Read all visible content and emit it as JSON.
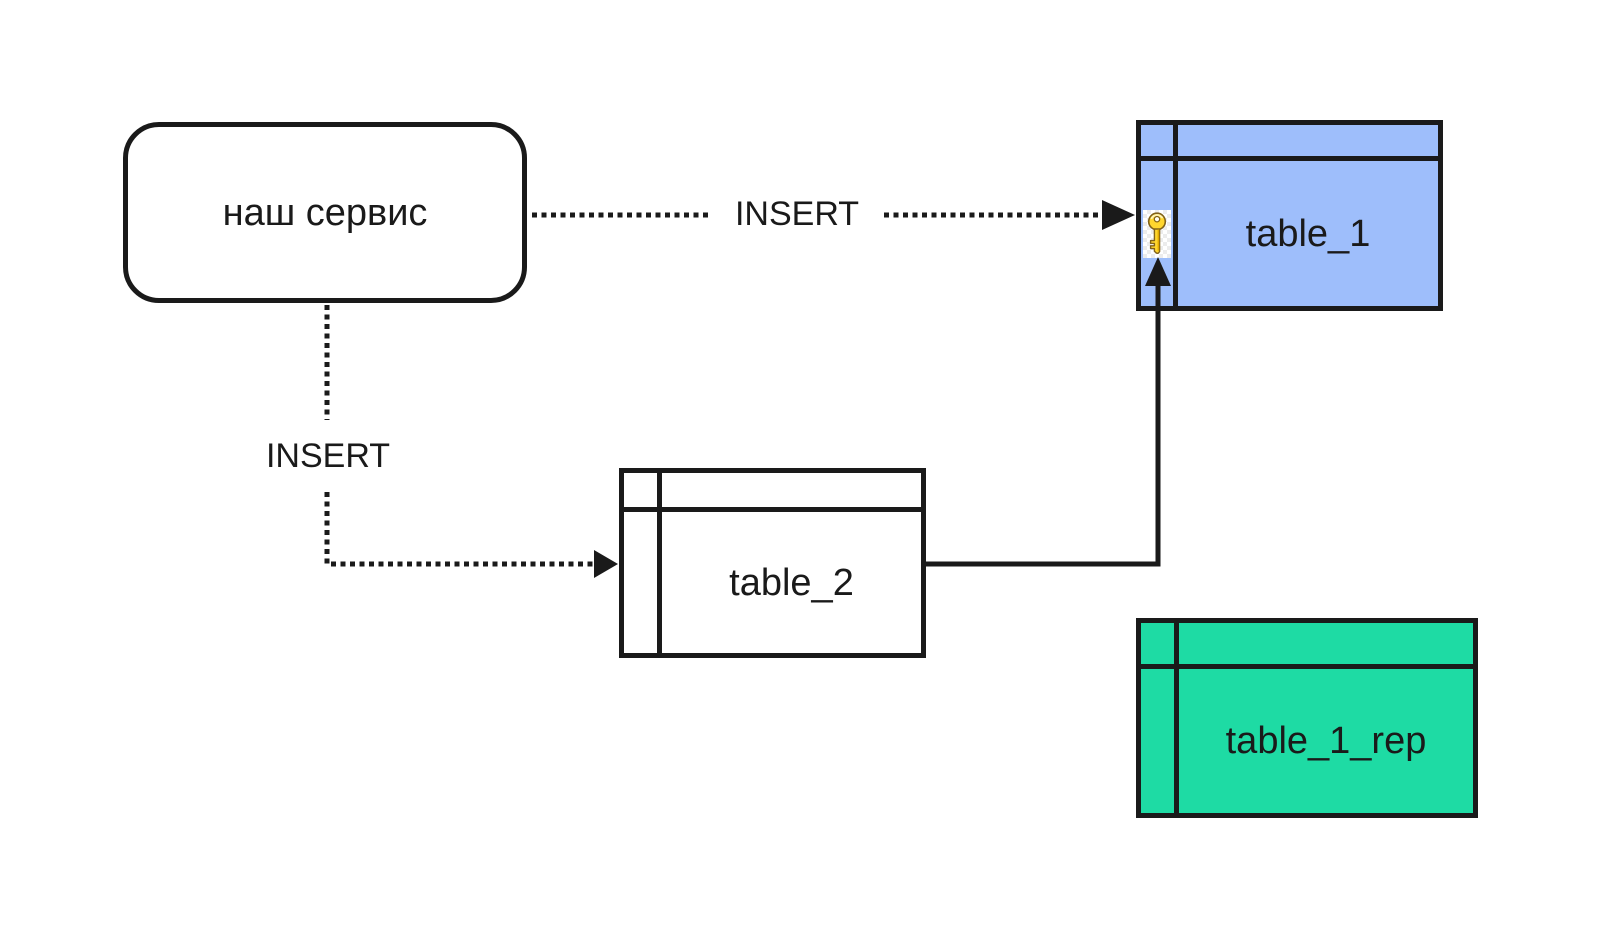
{
  "colors": {
    "line": "#1a1a1a",
    "text": "#1a1a1a",
    "table1-fill": "#9ebefb",
    "table2-fill": "#ffffff",
    "table1rep-fill": "#1edba4",
    "key-gold": "#ffd62e",
    "key-gold-dark": "#e0a900",
    "key-outline": "#81621a",
    "key-hole": "#fffdf0"
  },
  "service": {
    "label": "наш сервис"
  },
  "arrows": {
    "service_to_table1": {
      "label": "INSERT",
      "style": "dotted"
    },
    "service_to_table2": {
      "label": "INSERT",
      "style": "dotted"
    },
    "table2_to_table1": {
      "style": "solid"
    }
  },
  "tables": {
    "table1": {
      "label": "table_1",
      "has_primary_key": true
    },
    "table2": {
      "label": "table_2",
      "has_primary_key": false
    },
    "table1rep": {
      "label": "table_1_rep",
      "has_primary_key": false
    }
  }
}
